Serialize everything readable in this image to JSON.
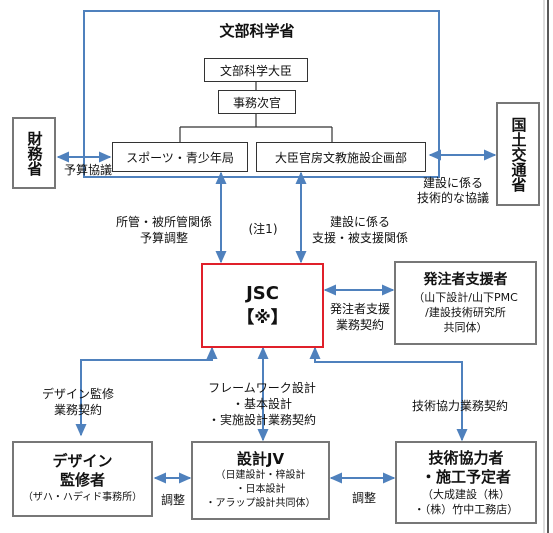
{
  "mext": {
    "title": "文部科学省",
    "minister": "文部科学大臣",
    "vice_minister": "事務次官",
    "sports_bureau": "スポーツ・青少年局",
    "facilities_dept": "大臣官房文教施設企画部"
  },
  "mof": {
    "name": "財務省",
    "link_label": "予算協議"
  },
  "mlit": {
    "name": "国土交通省",
    "link_label_1": "建設に係る",
    "link_label_2": "技術的な協議"
  },
  "links": {
    "sports_jsc_1": "所管・被所管関係",
    "sports_jsc_2": "予算調整",
    "note": "(注1)",
    "facilities_jsc_1": "建設に係る",
    "facilities_jsc_2": "支援・被支援関係",
    "support_1": "発注者支援",
    "support_2": "業務契約",
    "design_supervision_1": "デザイン監修",
    "design_supervision_2": "業務契約",
    "design_jv_1": "フレームワーク設計",
    "design_jv_2": "・基本設計",
    "design_jv_3": "・実施設計業務契約",
    "tech_cooperation": "技術協力業務契約",
    "coord_left": "調整",
    "coord_right": "調整"
  },
  "jsc": {
    "name": "JSC",
    "mark": "【※】"
  },
  "orderer_support": {
    "title": "発注者支援者",
    "line1": "（山下設計/山下PMC",
    "line2": "/建設技術研究所",
    "line3": "共同体）"
  },
  "design_supervisor": {
    "title1": "デザイン",
    "title2": "監修者",
    "sub": "（ザハ・ハディド事務所）"
  },
  "design_jv": {
    "title": "設計JV",
    "line1": "（日建設計・梓設計",
    "line2": "・日本設計",
    "line3": "・アラップ設計共同体）"
  },
  "tech_partner": {
    "title1": "技術協力者",
    "title2": "・施工予定者",
    "line1": "（大成建設（株）",
    "line2": "・（株）竹中工務店）"
  },
  "colors": {
    "connector": "#4f81bd",
    "jsc_border": "#e0202a",
    "box_border": "#777777"
  }
}
